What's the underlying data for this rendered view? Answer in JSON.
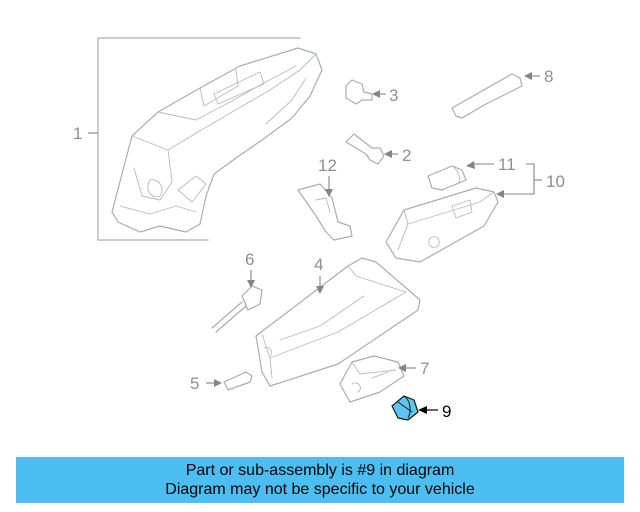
{
  "diagram": {
    "callouts": {
      "c1": "1",
      "c2": "2",
      "c3": "3",
      "c4": "4",
      "c5": "5",
      "c6": "6",
      "c7": "7",
      "c8": "8",
      "c9": "9",
      "c10": "10",
      "c11": "11",
      "c12": "12"
    },
    "highlighted_part": "9"
  },
  "banner": {
    "line1": "Part or sub-assembly is #9 in diagram",
    "line2": "Diagram may not be specific to your vehicle"
  },
  "colors": {
    "banner_background": "#4dbef2",
    "highlight_fill": "#5ec4f0",
    "line_art": "#a8adb3"
  }
}
